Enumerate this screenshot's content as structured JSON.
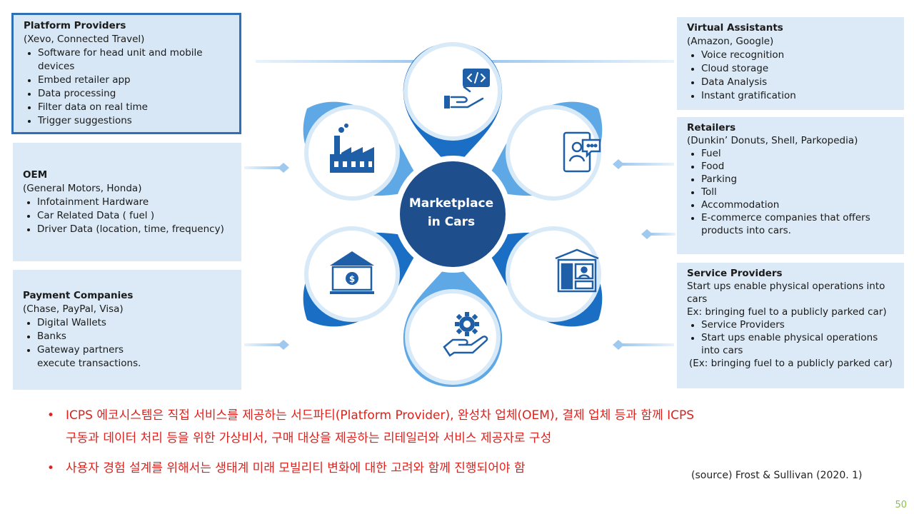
{
  "center": {
    "line1": "Marketplace",
    "line2": "in Cars"
  },
  "left_boxes": [
    {
      "title": "Platform Providers",
      "subtitle": "(Xevo, Connected Travel)",
      "items": [
        "Software for head unit and mobile devices",
        "Embed retailer app",
        "Data processing",
        "Filter data on real time",
        "Trigger suggestions"
      ]
    },
    {
      "title": "OEM",
      "subtitle": "(General Motors, Honda)",
      "items": [
        "Infotainment Hardware",
        "Car Related Data  ( fuel )",
        "Driver Data (location, time, frequency)"
      ]
    },
    {
      "title": "Payment  Companies",
      "subtitle": "(Chase, PayPal,  Visa)",
      "items": [
        "Digital Wallets",
        "Banks",
        "Gateway partners execute transactions."
      ]
    }
  ],
  "right_boxes": [
    {
      "title": "Virtual Assistants",
      "subtitle": "(Amazon, Google)",
      "items": [
        "Voice recognition",
        "Cloud storage",
        "Data Analysis",
        "Instant gratification"
      ]
    },
    {
      "title": "Retailers",
      "subtitle": "(Dunkin’ Donuts, Shell, Parkopedia)",
      "items": [
        "Fuel",
        "Food",
        "Parking",
        "Toll",
        "Accommodation",
        "E-commerce companies that offers products into cars."
      ]
    },
    {
      "title": "Service Providers",
      "lines": [
        "Start ups enable physical operations into cars",
        "Ex: bringing fuel to a publicly   parked car)"
      ],
      "items": [
        "Service Providers",
        "Start ups enable physical operations into cars"
      ],
      "footer": "(Ex: bringing fuel to a publicly   parked car)"
    }
  ],
  "icons": [
    "code-hand-icon",
    "tablet-video-call-icon",
    "storefront-icon",
    "gear-hand-icon",
    "bank-dollar-icon",
    "factory-icon"
  ],
  "notes": [
    {
      "bullet": "•",
      "line1": "ICPS 에코시스템은 직접 서비스를 제공하는 서드파티(Platform Provider), 완성차 업체(OEM), 결제 업체 등과 함께 ICPS",
      "line2": "구동과 데이터 처리 등을 위한 가상비서, 구매 대상을 제공하는 리테일러와 서비스 제공자로 구성"
    },
    {
      "bullet": "•",
      "line1": "사용자 경험 설계를 위해서는 생태계 미래 모빌리티 변화에 대한 고려와 함께 진행되어야 함",
      "line2": ""
    }
  ],
  "source": "(source)  Frost  &  Sullivan  (2020.  1)",
  "page_number": "50",
  "colors": {
    "petal_dark": "#1a6fc4",
    "petal_light": "#5fa8e6",
    "center": "#1f4e8c",
    "note_text": "#e0201b",
    "box_bg": "#dbeaf6"
  }
}
